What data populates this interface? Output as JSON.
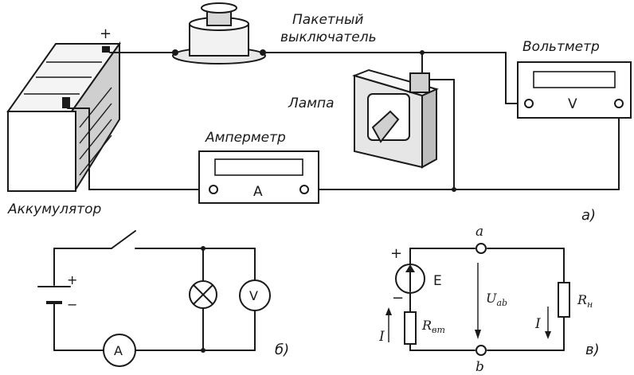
{
  "diagram_a": {
    "label_switch_line1": "Пакетный",
    "label_switch_line2": "выключатель",
    "label_voltmeter": "Вольтметр",
    "label_lamp": "Лампа",
    "label_ammeter": "Амперметр",
    "label_battery": "Аккумулятор",
    "battery_plus": "+",
    "voltmeter_symbol": "V",
    "ammeter_symbol": "A",
    "panel_label": "а)"
  },
  "diagram_b": {
    "battery_plus": "+",
    "battery_minus": "−",
    "ammeter_symbol": "A",
    "voltmeter_symbol": "V",
    "panel_label": "б)"
  },
  "diagram_c": {
    "node_a": "a",
    "node_b": "b",
    "plus": "+",
    "minus": "−",
    "emf_label": "E",
    "voltage_label": "U",
    "voltage_sub": "ab",
    "current_left": "I",
    "current_right": "I",
    "r_internal": "R",
    "r_internal_sub": "вт",
    "r_load": "R",
    "r_load_sub": "н",
    "panel_label": "в)"
  }
}
